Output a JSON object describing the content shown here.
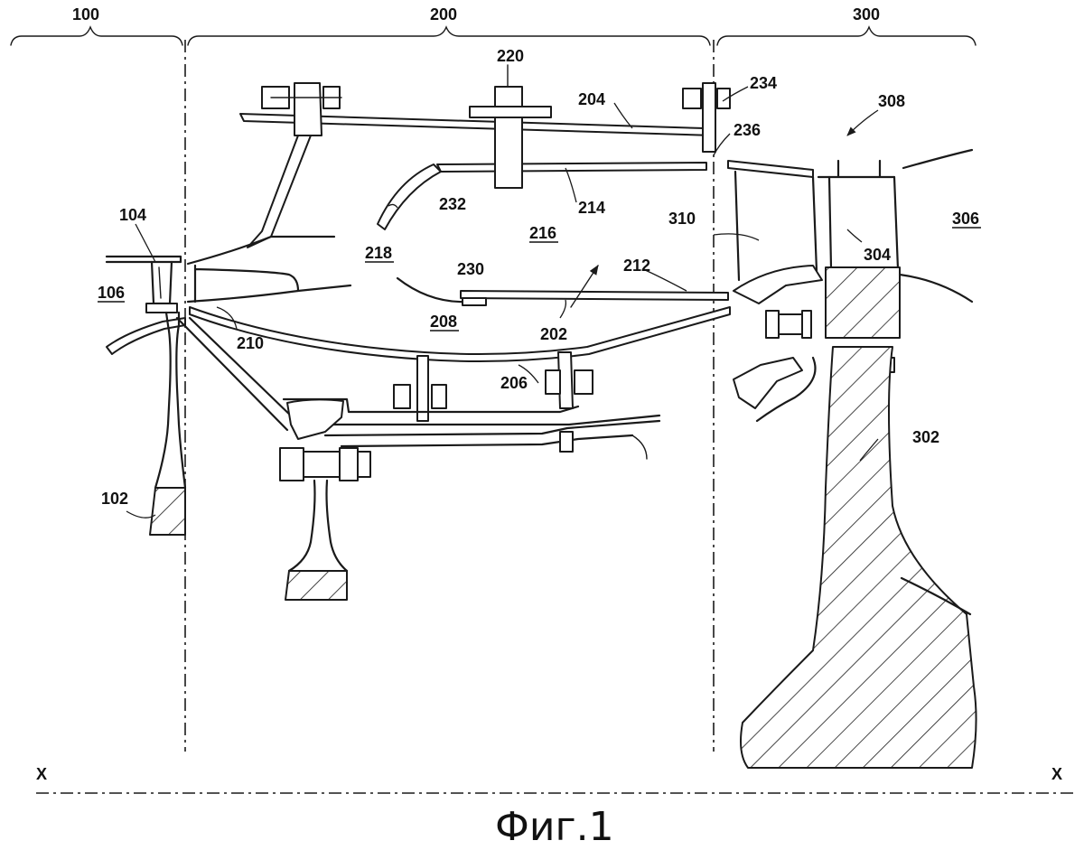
{
  "figure": {
    "caption": "Фиг.1",
    "axis_left": "X",
    "axis_right": "X"
  },
  "sections": [
    "100",
    "200",
    "300"
  ],
  "labels": {
    "l102": "102",
    "l104": "104",
    "l106": "106",
    "l202": "202",
    "l204": "204",
    "l206": "206",
    "l208": "208",
    "l210": "210",
    "l212": "212",
    "l214": "214",
    "l216": "216",
    "l218": "218",
    "l220": "220",
    "l230": "230",
    "l232": "232",
    "l234": "234",
    "l236": "236",
    "l302": "302",
    "l304": "304",
    "l306": "306",
    "l308": "308",
    "l310": "310"
  }
}
